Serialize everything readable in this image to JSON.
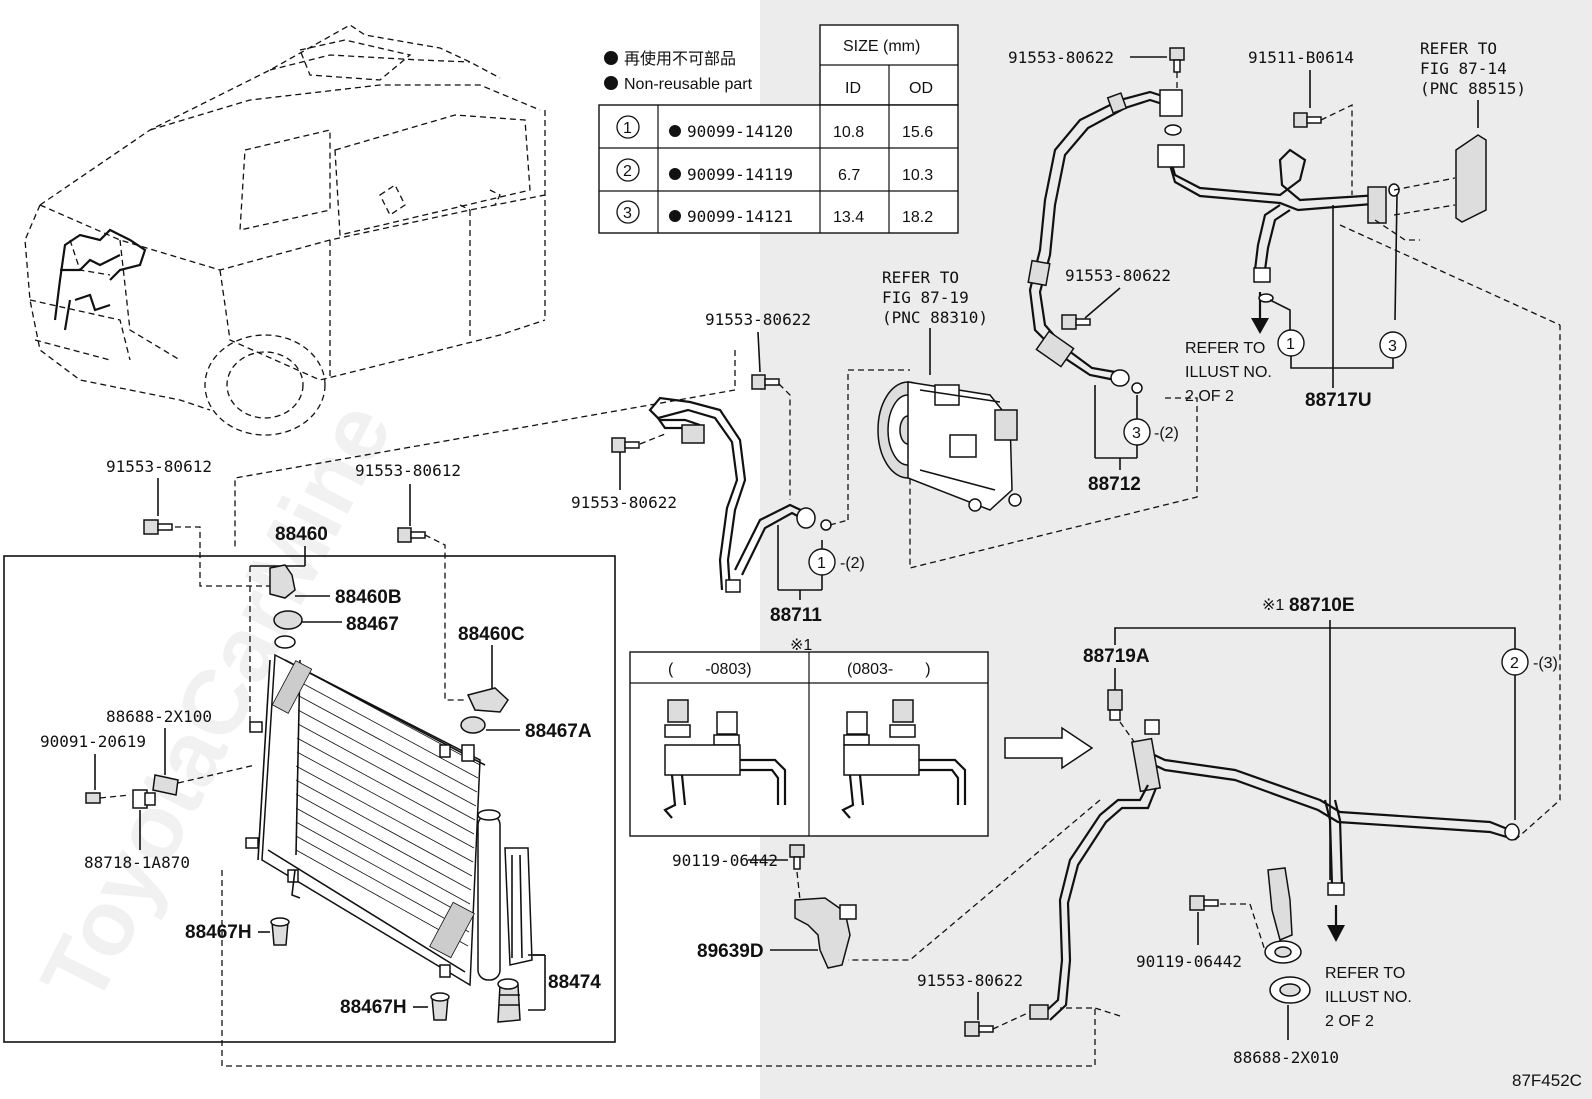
{
  "legend": {
    "reuse_jp": "再使用不可部品",
    "reuse_en": "Non-reusable part",
    "size_header": "SIZE (mm)",
    "col_id": "ID",
    "col_od": "OD",
    "rows": [
      {
        "mark": "1",
        "part": "90099-14120",
        "id": "10.8",
        "od": "15.6"
      },
      {
        "mark": "2",
        "part": "90099-14119",
        "id": "6.7",
        "od": "10.3"
      },
      {
        "mark": "3",
        "part": "90099-14121",
        "id": "13.4",
        "od": "18.2"
      }
    ]
  },
  "labels": {
    "p91553_80622_top": "91553-80622",
    "p91511_b0614": "91511-B0614",
    "refer_87_14_a": "REFER TO",
    "refer_87_14_b": "FIG 87-14",
    "refer_87_14_c": "(PNC 88515)",
    "refer_87_19_a": "REFER TO",
    "refer_87_19_b": "FIG 87-19",
    "refer_87_19_c": "(PNC 88310)",
    "p91553_80622_mid": "91553-80622",
    "p91553_80622_left": "91553-80622",
    "p91553_80622_l2": "91553-80622",
    "p91553_80622_bottom": "91553-80622",
    "refer_illust_1a": "REFER TO",
    "refer_illust_1b": "ILLUST NO.",
    "refer_illust_1c": "2 OF 2",
    "refer_illust_2a": "REFER TO",
    "refer_illust_2b": "ILLUST NO.",
    "refer_illust_2c": "2 OF 2",
    "p88717u": "88717U",
    "p88712": "88712",
    "p88711": "88711",
    "p88710e": "88710E",
    "p88710e_mark": "※1",
    "p88719a": "88719A",
    "p91553_80612_a": "91553-80612",
    "p91553_80612_b": "91553-80612",
    "p88460": "88460",
    "p88460b": "88460B",
    "p88467": "88467",
    "p88460c": "88460C",
    "p88467a": "88467A",
    "p88688_2x100": "88688-2X100",
    "p90091_20619": "90091-20619",
    "p88718_1a870": "88718-1A870",
    "p88467h_a": "88467H",
    "p88467h_b": "88467H",
    "p88474": "88474",
    "p90119_06442_a": "90119-06442",
    "p90119_06442_b": "90119-06442",
    "p89639d": "89639D",
    "p88688_2x010": "88688-2X010",
    "mark_1": "1",
    "mark_2": "2",
    "mark_3": "3",
    "mark_1_2": "1",
    "mark_3_2": "3",
    "mark_2_3": "2",
    "note_1_2": "-(2)",
    "note_3_2": "-(2)",
    "note_2_3": "-(3)",
    "inset_mark": "※1",
    "inset_left": "(　　-0803)",
    "inset_right": "(0803-　　)",
    "figure_code": "87F452C",
    "watermark": "ToyotaCarMine"
  }
}
